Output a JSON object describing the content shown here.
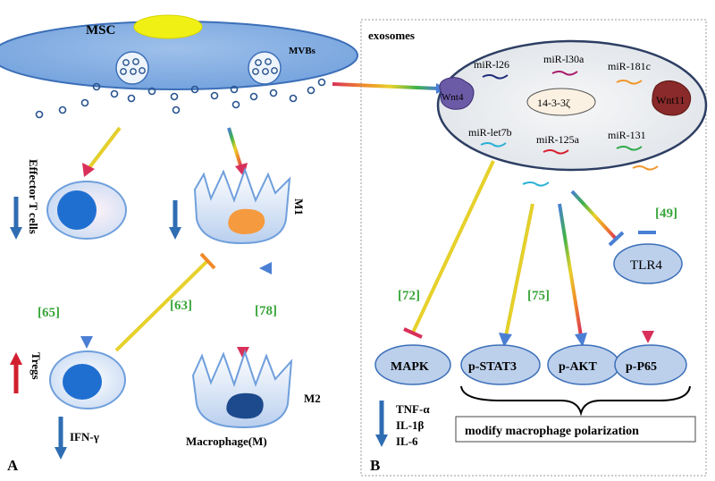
{
  "panel_a": {
    "letter": "A",
    "msc_label": "MSC",
    "mvbs_label": "MVBs",
    "effector_label": "Effector T cells",
    "m1_label": "M1",
    "m2_label": "M2",
    "tregs_label": "Tregs",
    "ifn_label": "IFN-γ",
    "macrophage_label": "Macrophage(M)",
    "ref_65": "[65]",
    "ref_63": "[63]",
    "ref_78": "[78]"
  },
  "panel_b": {
    "letter": "B",
    "exosomes_label": "exosomes",
    "wnt4": "Wnt4",
    "wnt11": "Wnt11",
    "protein_1433": "14-3-3ζ",
    "mir_126": "miR-l26",
    "mir_130a": "miR-l30a",
    "mir_181c": "miR-181c",
    "mir_let7b": "miR-let7b",
    "mir_125a": "miR-125a",
    "mir_131": "miR-131",
    "ref_49": "[49]",
    "ref_72": "[72]",
    "ref_75": "[75]",
    "tlr4": "TLR4",
    "mapk": "MAPK",
    "pstat3": "p-STAT3",
    "pakt": "p-AKT",
    "pp65": "p-P65",
    "tnf": "TNF-α",
    "il1b": "IL-1β",
    "il6": "IL-6",
    "modify_label": "modify macrophage polarization"
  },
  "colors": {
    "membrane": "#7fa6e0",
    "cell_fill": "#dde8f7",
    "nucleus": "#1f6fd1",
    "m1_nucleus": "#f59a3e",
    "m2_nucleus": "#1d4a8c",
    "ref_green": "#3aa63a",
    "down_arrow": "#2f6db3",
    "up_arrow": "#d11f2f",
    "node_fill": "#bcd0ec"
  }
}
